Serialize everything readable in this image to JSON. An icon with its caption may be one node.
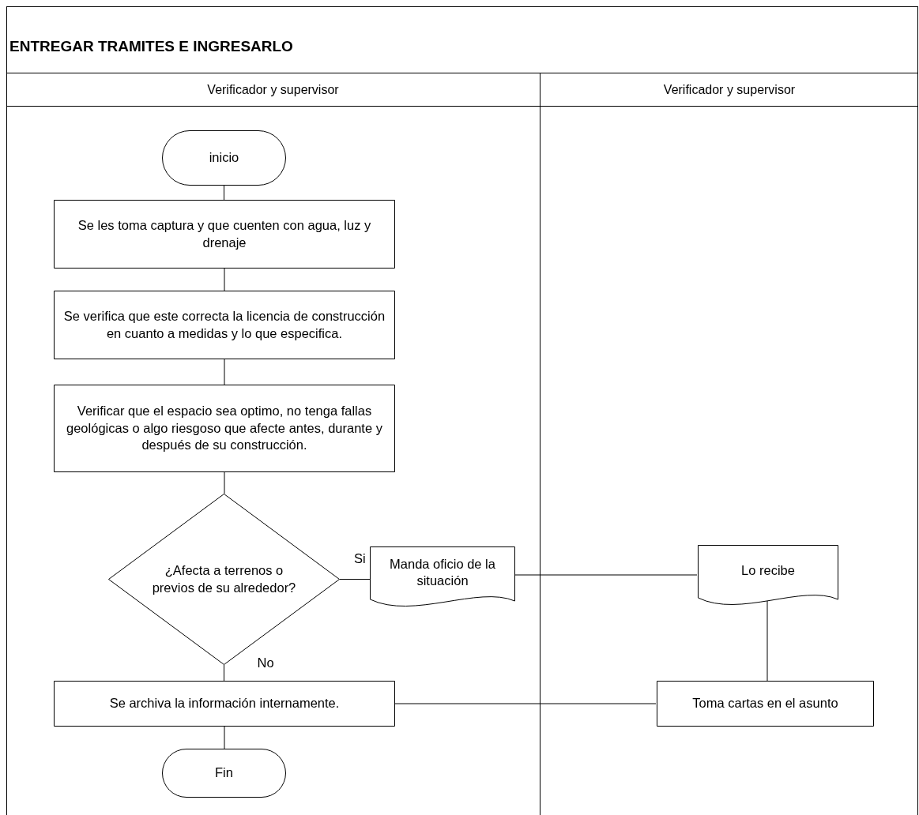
{
  "diagram": {
    "title": "ENTREGAR TRAMITES E INGRESARLO",
    "nodes": [
      {
        "text": [
          "Verificador y supervisor"
        ]
      },
      {
        "text": [
          "Verificador y supervisor"
        ]
      },
      {
        "text": [
          "inicio"
        ],
        "in": 0
      },
      {
        "text": [
          "Se les toma captura y que cuenten con agua, luz y drenaje"
        ],
        "in": 0
      },
      {
        "text": [
          "Se verifica que este correcta la licencia de construcción en cuanto a medidas y lo que especifica."
        ],
        "in": 0
      },
      {
        "text": [
          "Verificar que el espacio sea optimo, no tenga fallas geológicas o algo riesgoso que afecte antes, durante y después de su construcción."
        ],
        "in": 0
      },
      {
        "text": [
          "¿Afecta a terrenos o previos de su alrededor?"
        ],
        "in": 0
      },
      {
        "text": [
          "Manda oficio de la situación"
        ],
        "in": 0
      },
      {
        "text": [
          "Se archiva la información internamente."
        ],
        "in": 0
      },
      {
        "text": [
          "Fin"
        ],
        "in": 0
      },
      {
        "text": [
          "Lo recibe"
        ],
        "in": 1
      },
      {
        "text": [
          "Toma cartas en el asunto"
        ],
        "in": 1
      }
    ],
    "edges": [
      {
        "from": 2,
        "to": 3,
        "arrow": "none"
      },
      {
        "from": 3,
        "to": 4,
        "arrow": "none"
      },
      {
        "from": 4,
        "to": 5,
        "arrow": "none"
      },
      {
        "from": 5,
        "to": 6,
        "arrow": "none"
      },
      {
        "from": 6,
        "to": 7,
        "arrow": "none",
        "label": "Si"
      },
      {
        "from": 7,
        "to": 10,
        "arrow": "none"
      },
      {
        "from": 10,
        "to": 11,
        "arrow": "none"
      },
      {
        "from": 11,
        "to": 8,
        "arrow": "none"
      },
      {
        "from": 6,
        "to": 8,
        "arrow": "none",
        "label": "No"
      },
      {
        "from": 8,
        "to": 9,
        "arrow": "none"
      }
    ]
  }
}
